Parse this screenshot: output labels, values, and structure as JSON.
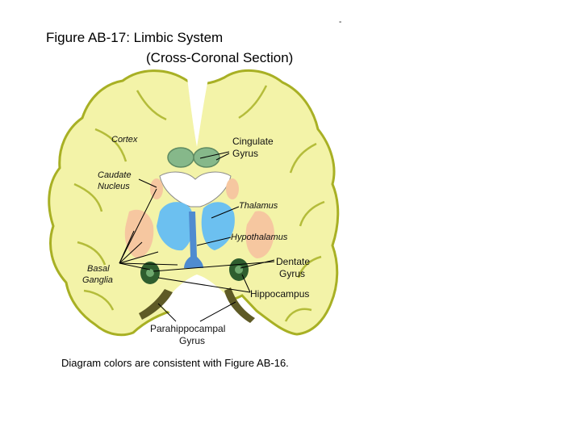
{
  "figure": {
    "title": "Figure AB-17: Limbic System",
    "subtitle": "(Cross-Coronal Section)",
    "caption": "Diagram colors are consistent with Figure AB-16.",
    "mark": "-"
  },
  "labels": {
    "cortex": "Cortex",
    "caudate_1": "Caudate",
    "caudate_2": "Nucleus",
    "cingulate_1": "Cingulate",
    "cingulate_2": "Gyrus",
    "thalamus": "Thalamus",
    "hypothalamus": "Hypothalamus",
    "basal_1": "Basal",
    "basal_2": "Ganglia",
    "dentate_1": "Dentate",
    "dentate_2": "Gyrus",
    "hippocampus": "Hippocampus",
    "parahippo_1": "Parahippocampal",
    "parahippo_2": "Gyrus"
  },
  "colors": {
    "cortex_fill": "#f3f3a8",
    "cortex_edge": "#a8b024",
    "cingulate": "#86b88a",
    "caudate": "#f6c7a0",
    "thalamus": "#6cc0f0",
    "hypothalamus": "#4f8cd0",
    "dentate": "#2f5e2f",
    "parahippocampal": "#5e5a26"
  }
}
